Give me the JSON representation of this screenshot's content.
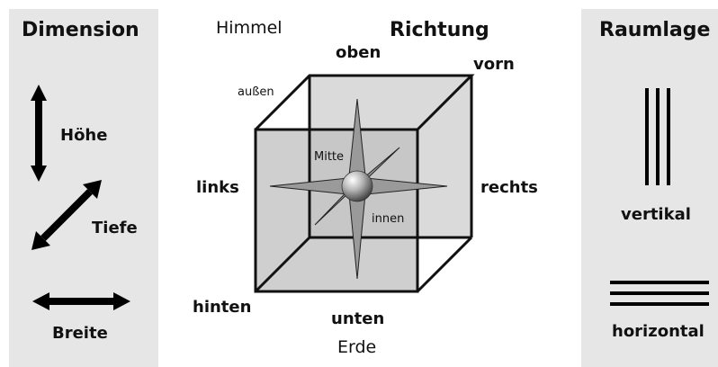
{
  "dimension": {
    "title": "Dimension",
    "height_label": "Höhe",
    "depth_label": "Tiefe",
    "width_label": "Breite"
  },
  "direction": {
    "title": "Richtung",
    "sky": "Himmel",
    "earth": "Erde",
    "up": "oben",
    "down": "unten",
    "front": "vorn",
    "back": "hinten",
    "left": "links",
    "right": "rechts",
    "outside": "außen",
    "inside": "innen",
    "center": "Mitte"
  },
  "spatial_position": {
    "title": "Raumlage",
    "vertical_label": "vertikal",
    "horizontal_label": "horizontal"
  },
  "colors": {
    "panel_bg": "#e6e6e6",
    "cube_face": "#cccccc",
    "cube_edge": "#111111",
    "star_fill": "#9a9a9a"
  }
}
